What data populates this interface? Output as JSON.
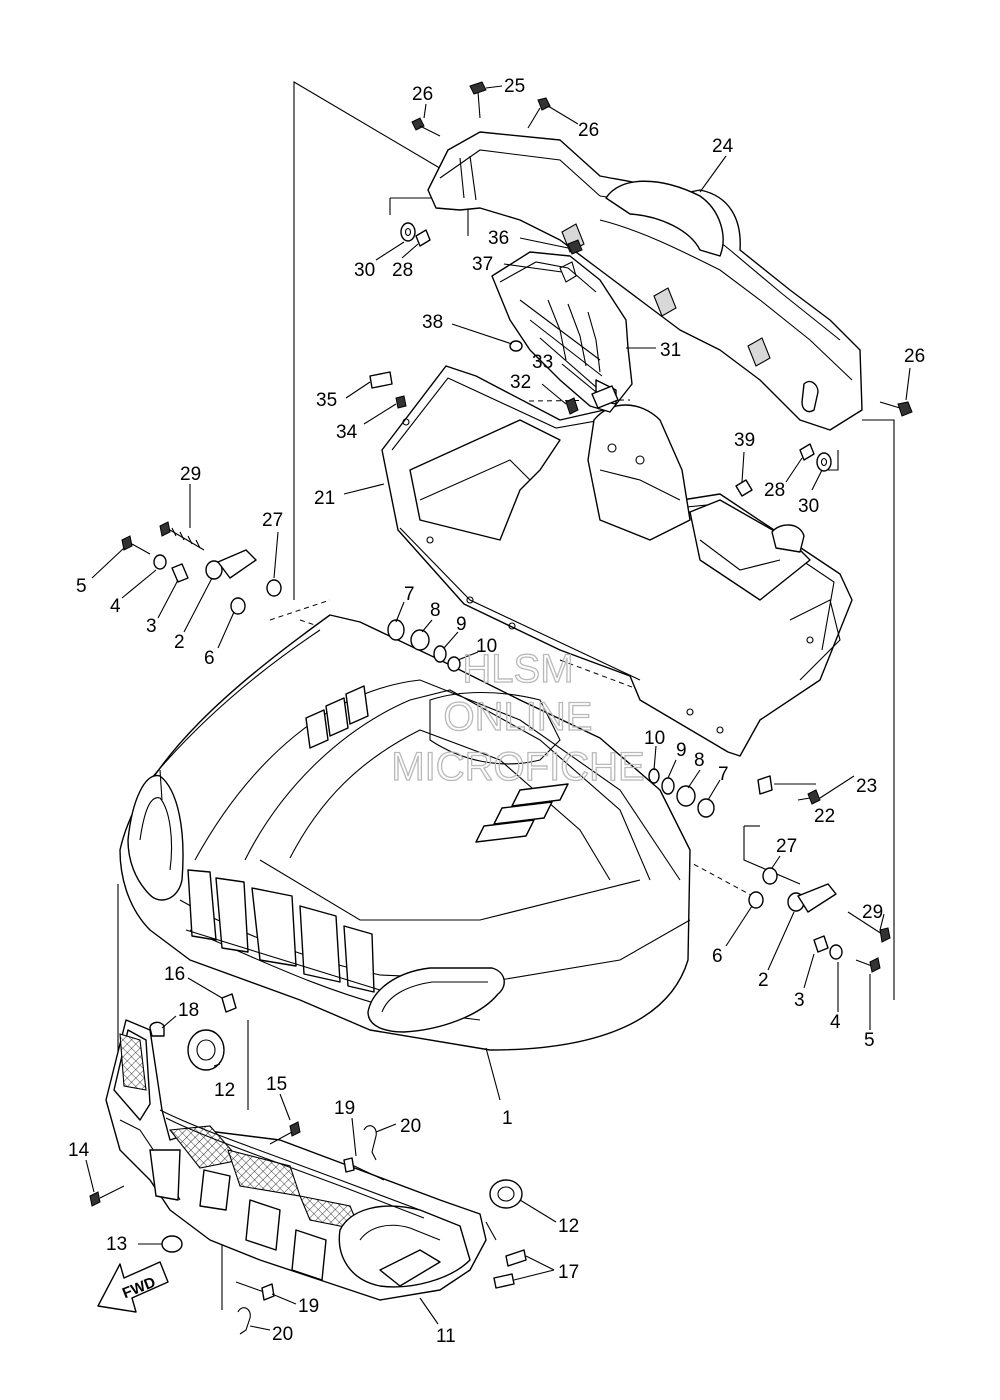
{
  "watermark": {
    "line1": "HLSM",
    "line2": "ONLINE",
    "line3": "MICROFICHE"
  },
  "fwd_label": "FWD",
  "callouts": [
    {
      "id": "c1",
      "text": "1"
    },
    {
      "id": "c2a",
      "text": "2"
    },
    {
      "id": "c2b",
      "text": "2"
    },
    {
      "id": "c3a",
      "text": "3"
    },
    {
      "id": "c3b",
      "text": "3"
    },
    {
      "id": "c4a",
      "text": "4"
    },
    {
      "id": "c4b",
      "text": "4"
    },
    {
      "id": "c5a",
      "text": "5"
    },
    {
      "id": "c5b",
      "text": "5"
    },
    {
      "id": "c6a",
      "text": "6"
    },
    {
      "id": "c6b",
      "text": "6"
    },
    {
      "id": "c7a",
      "text": "7"
    },
    {
      "id": "c7b",
      "text": "7"
    },
    {
      "id": "c8a",
      "text": "8"
    },
    {
      "id": "c8b",
      "text": "8"
    },
    {
      "id": "c9a",
      "text": "9"
    },
    {
      "id": "c9b",
      "text": "9"
    },
    {
      "id": "c10a",
      "text": "10"
    },
    {
      "id": "c10b",
      "text": "10"
    },
    {
      "id": "c11",
      "text": "11"
    },
    {
      "id": "c12a",
      "text": "12"
    },
    {
      "id": "c12b",
      "text": "12"
    },
    {
      "id": "c13",
      "text": "13"
    },
    {
      "id": "c14",
      "text": "14"
    },
    {
      "id": "c15",
      "text": "15"
    },
    {
      "id": "c16",
      "text": "16"
    },
    {
      "id": "c17",
      "text": "17"
    },
    {
      "id": "c18",
      "text": "18"
    },
    {
      "id": "c19a",
      "text": "19"
    },
    {
      "id": "c19b",
      "text": "19"
    },
    {
      "id": "c20a",
      "text": "20"
    },
    {
      "id": "c20b",
      "text": "20"
    },
    {
      "id": "c21",
      "text": "21"
    },
    {
      "id": "c22",
      "text": "22"
    },
    {
      "id": "c23",
      "text": "23"
    },
    {
      "id": "c24",
      "text": "24"
    },
    {
      "id": "c25",
      "text": "25"
    },
    {
      "id": "c26a",
      "text": "26"
    },
    {
      "id": "c26b",
      "text": "26"
    },
    {
      "id": "c26c",
      "text": "26"
    },
    {
      "id": "c27a",
      "text": "27"
    },
    {
      "id": "c27b",
      "text": "27"
    },
    {
      "id": "c28a",
      "text": "28"
    },
    {
      "id": "c28b",
      "text": "28"
    },
    {
      "id": "c29a",
      "text": "29"
    },
    {
      "id": "c29b",
      "text": "29"
    },
    {
      "id": "c30a",
      "text": "30"
    },
    {
      "id": "c30b",
      "text": "30"
    },
    {
      "id": "c31",
      "text": "31"
    },
    {
      "id": "c32",
      "text": "32"
    },
    {
      "id": "c33",
      "text": "33"
    },
    {
      "id": "c34",
      "text": "34"
    },
    {
      "id": "c35",
      "text": "35"
    },
    {
      "id": "c36",
      "text": "36"
    },
    {
      "id": "c37",
      "text": "37"
    },
    {
      "id": "c38",
      "text": "38"
    },
    {
      "id": "c39",
      "text": "39"
    }
  ]
}
